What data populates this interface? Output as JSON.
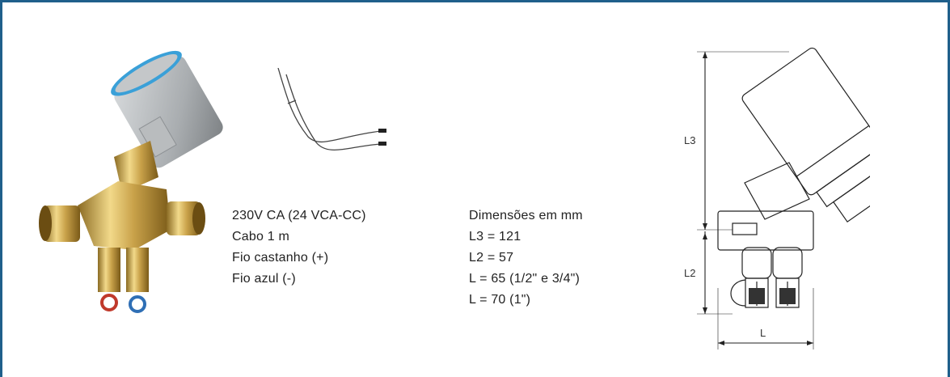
{
  "product": {
    "photo_icon": "valve-actuator-photo",
    "cable_icon": "cable-wires"
  },
  "power": {
    "lines": [
      "230V CA (24 VCA-CC)",
      "Cabo 1 m",
      "Fio castanho (+)",
      "Fio azul (-)"
    ]
  },
  "dimensions": {
    "title": "Dimensões em mm",
    "lines": [
      "L3 = 121",
      "L2 = 57",
      "L = 65 (1/2\" e 3/4\")",
      "L = 70 (1\")"
    ]
  },
  "drawing": {
    "icon": "valve-technical-drawing",
    "labels": {
      "l3": "L3",
      "l2": "L2",
      "l": "L"
    }
  },
  "colors": {
    "border": "#1f5f8b",
    "actuator": "#a9adb0",
    "brass": "#c9a24a",
    "blue_ring": "#3aa0d8"
  }
}
